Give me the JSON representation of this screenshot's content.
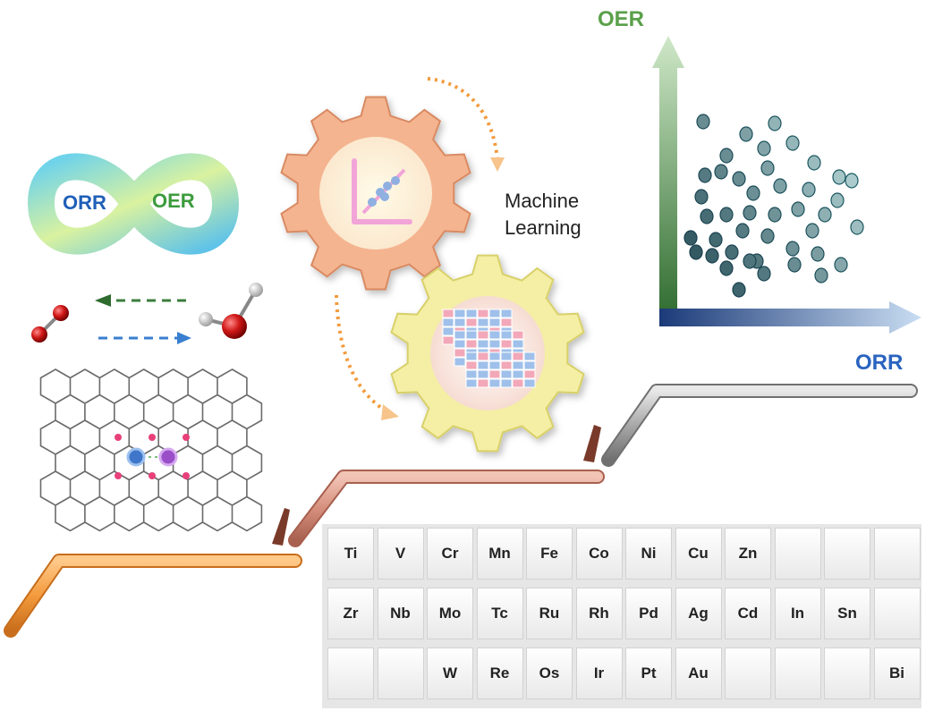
{
  "colors": {
    "orr_blue": "#1f5fb8",
    "oer_green": "#3c9b3c",
    "step_orange": "#f39a3c",
    "step_salmon": "#d58f7c",
    "step_gray": "#9a9a9a",
    "gear_orange": "#f4b48f",
    "gear_yellow": "#f4efa4"
  },
  "infinity_logo": {
    "left_text": "ORR",
    "right_text": "OER"
  },
  "ml_label": {
    "line1": "Machine",
    "line2": "Learning"
  },
  "plot": {
    "y_axis_label": "OER",
    "x_axis_label": "ORR"
  },
  "periodic_table": {
    "rows": [
      [
        "Ti",
        "V",
        "Cr",
        "Mn",
        "Fe",
        "Co",
        "Ni",
        "Cu",
        "Zn",
        "",
        "",
        ""
      ],
      [
        "Zr",
        "Nb",
        "Mo",
        "Tc",
        "Ru",
        "Rh",
        "Pd",
        "Ag",
        "Cd",
        "In",
        "Sn",
        ""
      ],
      [
        "",
        "",
        "W",
        "Re",
        "Os",
        "Ir",
        "Pt",
        "Au",
        "",
        "",
        "",
        "Bi"
      ]
    ]
  },
  "icons": [
    "infinity-icon",
    "o2-molecule-icon",
    "h2o-molecule-icon",
    "graphene-lattice-icon",
    "gear-chart-icon",
    "gear-matrix-icon",
    "scatter-plot-icon"
  ]
}
